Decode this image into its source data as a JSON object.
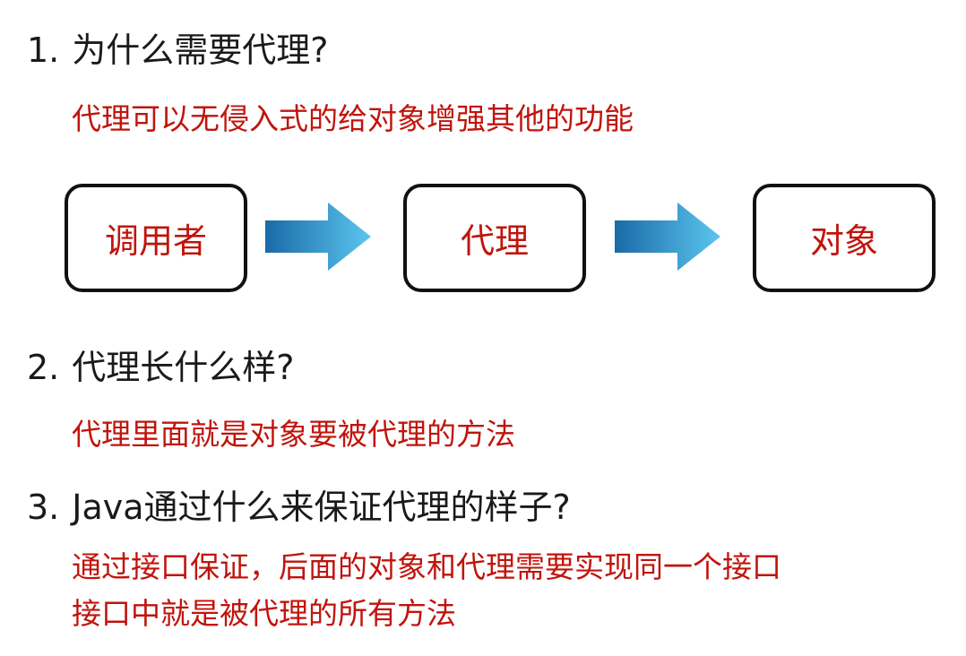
{
  "q1": {
    "number": "1.",
    "question": "为什么需要代理?",
    "answer": "代理可以无侵入式的给对象增强其他的功能"
  },
  "flow": {
    "boxes": [
      "调用者",
      "代理",
      "对象"
    ],
    "arrow_color_start": "#1a6aa8",
    "arrow_color_end": "#5cc6ee"
  },
  "q2": {
    "number": "2.",
    "question": "代理长什么样?",
    "answer": "代理里面就是对象要被代理的方法"
  },
  "q3": {
    "number": "3.",
    "question": "Java通过什么来保证代理的样子?",
    "answer_line1": "通过接口保证，后面的对象和代理需要实现同一个接口",
    "answer_line2": "接口中就是被代理的所有方法"
  },
  "colors": {
    "heading": "#1a1a1a",
    "answer": "#c0140c",
    "box_border": "#111111"
  }
}
